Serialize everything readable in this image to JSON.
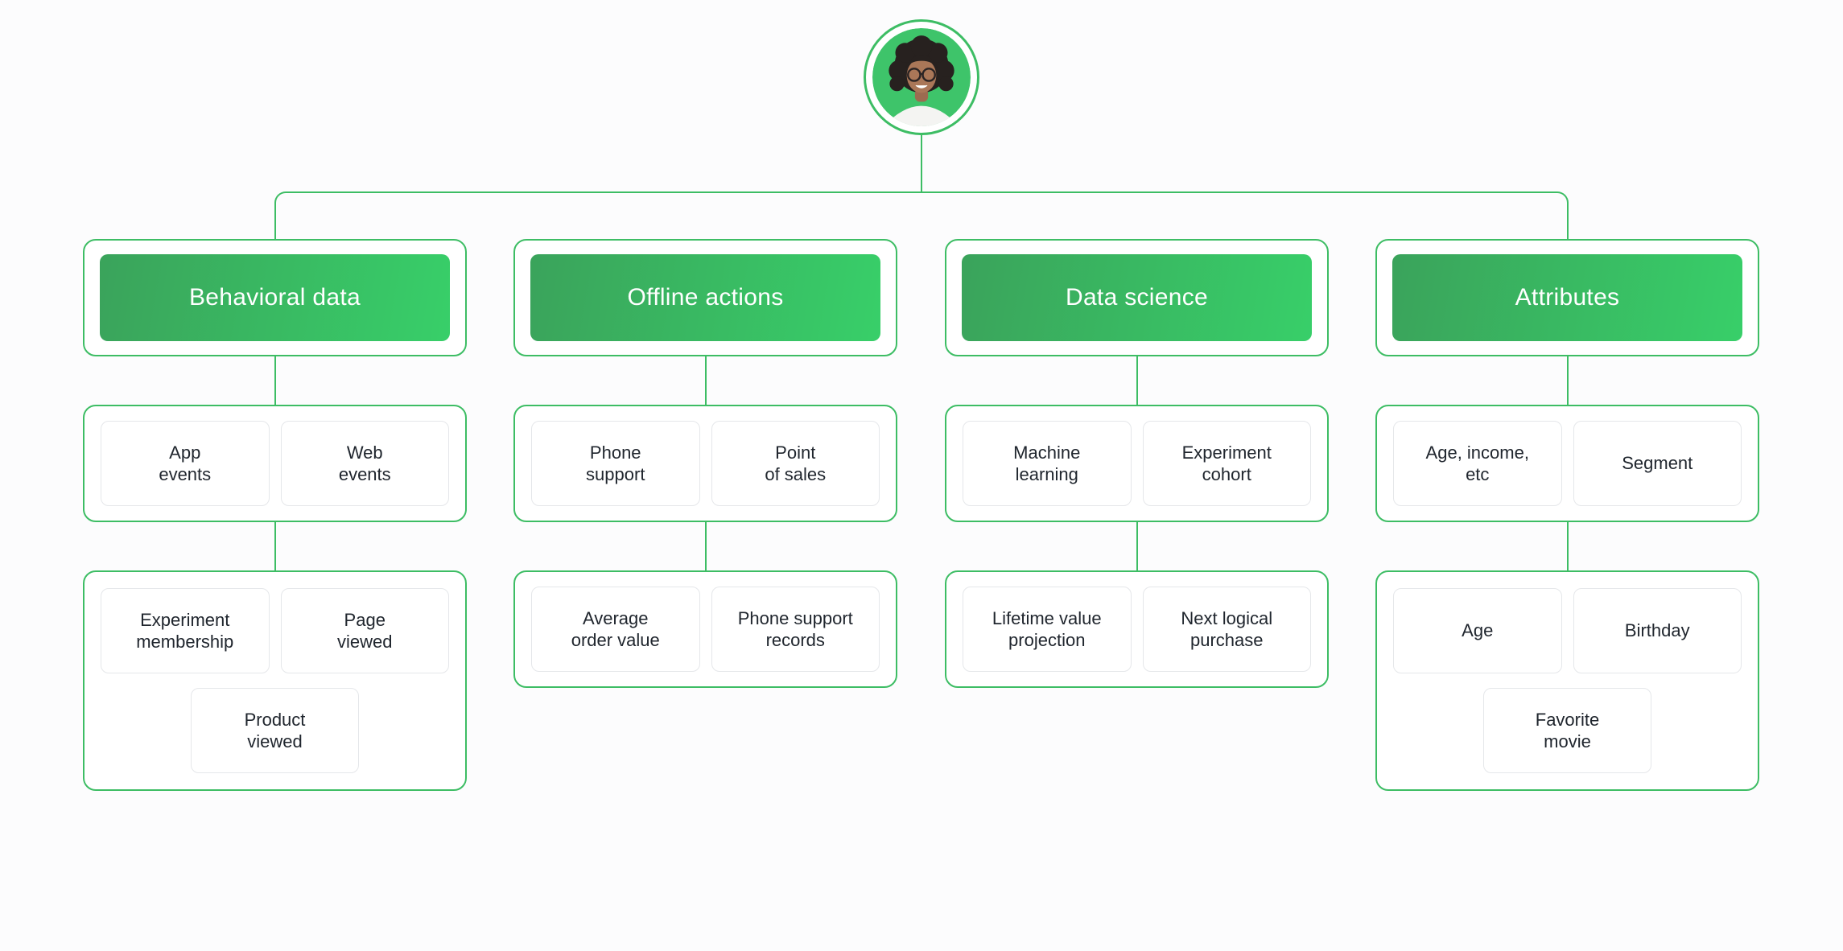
{
  "background": "#fcfcfd",
  "colors": {
    "line_green": "#3dbd64",
    "button_gradient_start": "#3aa35b",
    "button_gradient_end": "#38cf69",
    "box_border": "#e5e7ea",
    "box_text": "#20262e",
    "header_text": "#ffffff",
    "avatar_bg": "#3ec46a"
  },
  "root": {
    "avatar": "customer-avatar"
  },
  "columns": [
    {
      "title": "Behavioral data",
      "groups": [
        {
          "boxes": [
            "App\nevents",
            "Web\nevents"
          ]
        },
        {
          "boxes": [
            "Experiment\nmembership",
            "Page\nviewed",
            "Product\nviewed"
          ]
        }
      ]
    },
    {
      "title": "Offline actions",
      "groups": [
        {
          "boxes": [
            "Phone\nsupport",
            "Point\nof sales"
          ]
        },
        {
          "boxes": [
            "Average\norder value",
            "Phone support\nrecords"
          ]
        }
      ]
    },
    {
      "title": "Data science",
      "groups": [
        {
          "boxes": [
            "Machine\nlearning",
            "Experiment\ncohort"
          ]
        },
        {
          "boxes": [
            "Lifetime value\nprojection",
            "Next logical\npurchase"
          ]
        }
      ]
    },
    {
      "title": "Attributes",
      "groups": [
        {
          "boxes": [
            "Age, income,\netc",
            "Segment"
          ]
        },
        {
          "boxes": [
            "Age",
            "Birthday",
            "Favorite\nmovie"
          ]
        }
      ]
    }
  ]
}
